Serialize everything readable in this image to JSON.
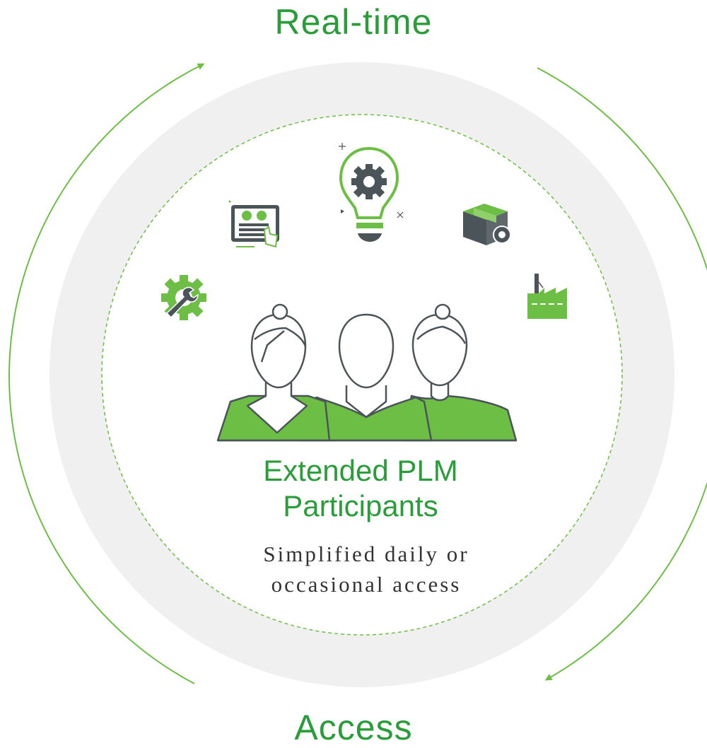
{
  "diagram": {
    "top_label": "Real-time",
    "bottom_label": "Access",
    "center": {
      "title_line1": "Extended PLM",
      "title_line2": "Participants",
      "subtitle_line1": "Simplified daily or",
      "subtitle_line2": "occasional access"
    },
    "icons": [
      "monitor-touch-icon",
      "lightbulb-gear-icon",
      "package-gear-icon",
      "gear-wrench-icon",
      "factory-icon",
      "people-group-icon"
    ],
    "colors": {
      "accent": "#6dbe45",
      "text_green": "#2a9d3a",
      "dark": "#4a5459",
      "ring": "#f0f0f0"
    }
  }
}
